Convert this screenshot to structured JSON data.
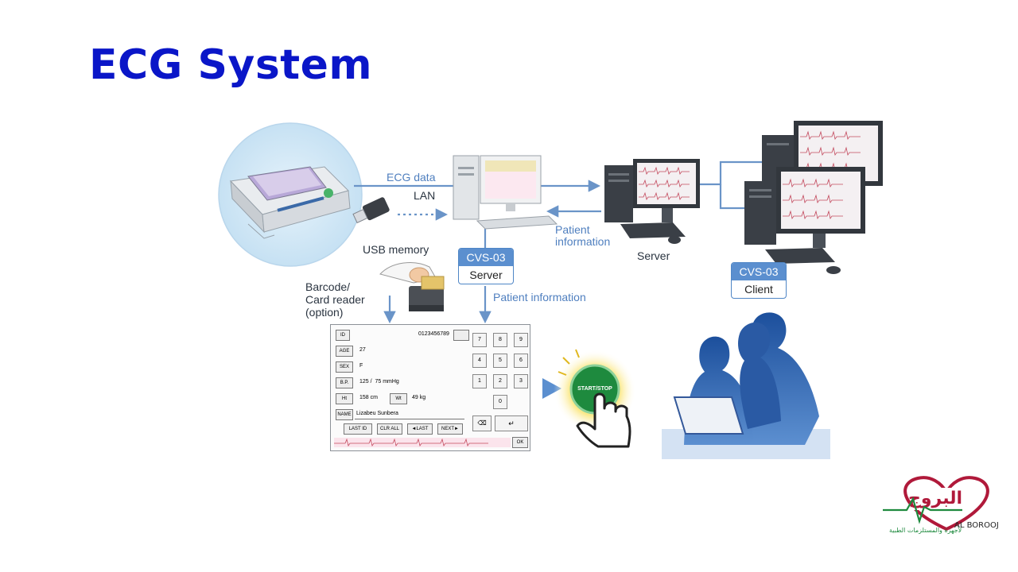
{
  "title": "ECG System",
  "labels": {
    "ecg_data": "ECG data",
    "lan": "LAN",
    "usb_memory": "USB memory",
    "barcode_line1": "Barcode/",
    "barcode_line2": "Card reader",
    "barcode_line3": "(option)",
    "patient_info_line1": "Patient",
    "patient_info_line2": "information",
    "server": "Server",
    "patient_information": "Patient information"
  },
  "badges": {
    "server": {
      "top": "CVS-03",
      "bottom": "Server"
    },
    "client": {
      "top": "CVS-03",
      "bottom": "Client"
    }
  },
  "form": {
    "id_label": "ID",
    "id_value": "0123456789",
    "age_label": "AGE",
    "age_value": "27",
    "sex_label": "SEX",
    "sex_value": "F",
    "bp_label": "B.P.",
    "bp_value": "125 /  75 mmHg",
    "ht_label": "Ht",
    "ht_value": "158 cm",
    "wt_label": "Wt",
    "wt_value": "49 kg",
    "name_label": "NAME",
    "name_value": "Lizabeu Sunbera",
    "btn_last_id": "LAST ID",
    "btn_clr_all": "CLR ALL",
    "btn_last": "◄LAST",
    "btn_next": "NEXT►",
    "btn_ok": "OK",
    "keypad": [
      "7",
      "8",
      "9",
      "4",
      "5",
      "6",
      "1",
      "2",
      "3",
      "0"
    ]
  },
  "start_stop": "START/STOP",
  "colors": {
    "title": "#0a16c8",
    "accent_blue": "#5b8fcf",
    "silhouette": "#2b5fa8",
    "button_green": "#1e8a3e",
    "logo_red": "#b0193a"
  }
}
